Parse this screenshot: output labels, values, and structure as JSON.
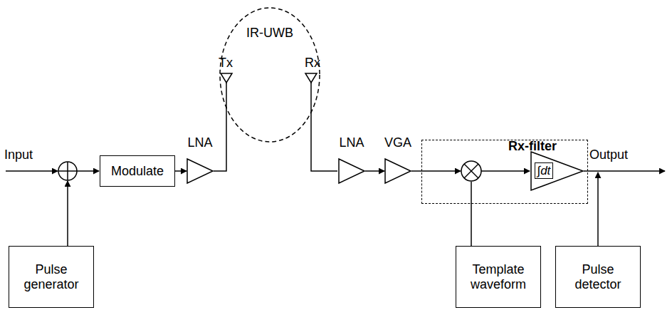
{
  "diagram": {
    "nodes": [
      {
        "text": [
          "IR-UWB"
        ]
      },
      {
        "text": [
          "Modulate"
        ]
      },
      {
        "text": [
          "LNA"
        ]
      },
      {
        "text": [
          "LNA"
        ]
      },
      {
        "text": [
          "VGA"
        ]
      },
      {
        "text": [
          "Rx-filter"
        ]
      },
      {
        "text": [
          "∫dt"
        ],
        "in": 5
      },
      {
        "text": [
          "Pulse generator"
        ]
      },
      {
        "text": [
          "Template waveform"
        ]
      },
      {
        "text": [
          "Pulse detector"
        ]
      }
    ],
    "edges": [
      {
        "from": 1,
        "to": 2,
        "arrow": "to"
      },
      {
        "from": 3,
        "to": 4,
        "arrow": "to"
      }
    ],
    "labels": [
      "Input",
      "Tx",
      "Rx",
      "Output"
    ]
  }
}
